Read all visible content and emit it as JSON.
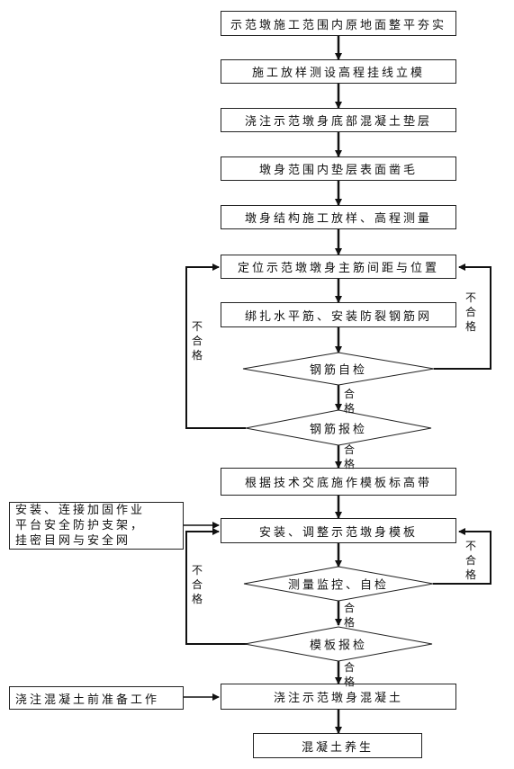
{
  "steps": {
    "s1": "示范墩施工范围内原地面整平夯实",
    "s2": "施工放样测设高程挂线立模",
    "s3": "浇注示范墩身底部混凝土垫层",
    "s4": "墩身范围内垫层表面凿毛",
    "s5": "墩身结构施工放样、高程测量",
    "s6": "定位示范墩墩身主筋间距与位置",
    "s7": "绑扎水平筋、安装防裂钢筋网",
    "s8": "钢筋自检",
    "s9": "钢筋报检",
    "s10": "根据技术交底施作模板标高带",
    "s11": "安装、调整示范墩身模板",
    "s12": "测量监控、自检",
    "s13": "模板报检",
    "s14": "浇注示范墩身混凝土",
    "s15": "混凝土养生"
  },
  "side": {
    "support_lines": [
      "安装、连接加固作业",
      "平台安全防护支架，",
      "挂密目网与安全网"
    ],
    "prep": "浇注混凝土前准备工作"
  },
  "labels": {
    "fail": "不合格",
    "pass": "合格"
  }
}
